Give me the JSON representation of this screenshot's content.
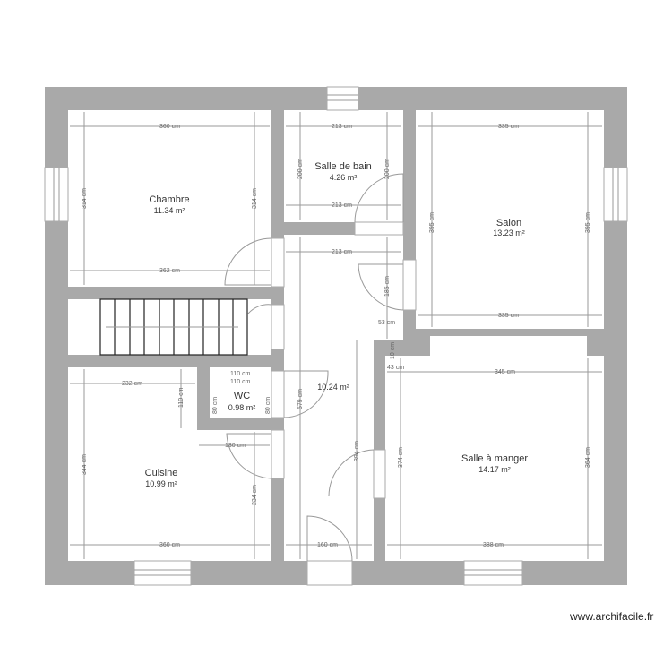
{
  "rooms": {
    "chambre": {
      "name": "Chambre",
      "area": "11.34 m²"
    },
    "sdb": {
      "name": "Salle de bain",
      "area": "4.26 m²"
    },
    "salon": {
      "name": "Salon",
      "area": "13.23 m²"
    },
    "hall": {
      "area": "10.24 m²"
    },
    "wc": {
      "name": "WC",
      "area": "0.98 m²"
    },
    "cuisine": {
      "name": "Cuisine",
      "area": "10.99 m²"
    },
    "sam": {
      "name": "Salle à manger",
      "area": "14.17 m²"
    }
  },
  "dims": [
    "360 cm",
    "314 cm",
    "314 cm",
    "362 cm",
    "213 cm",
    "200 cm",
    "200 cm",
    "213 cm",
    "213 cm",
    "185 cm",
    "53 cm",
    "335 cm",
    "395 cm",
    "395 cm",
    "335 cm",
    "10 cm",
    "43 cm",
    "345 cm",
    "232 cm",
    "110 cm",
    "110 cm",
    "80 cm",
    "80 cm",
    "110 cm",
    "130 cm",
    "579 cm",
    "394 cm",
    "374 cm",
    "364 cm",
    "344 cm",
    "234 cm",
    "360 cm",
    "160 cm",
    "388 cm"
  ],
  "colors": {
    "wall": "#a9a9a9",
    "floor": "#ffffff"
  },
  "watermark": "www.archifacile.fr"
}
